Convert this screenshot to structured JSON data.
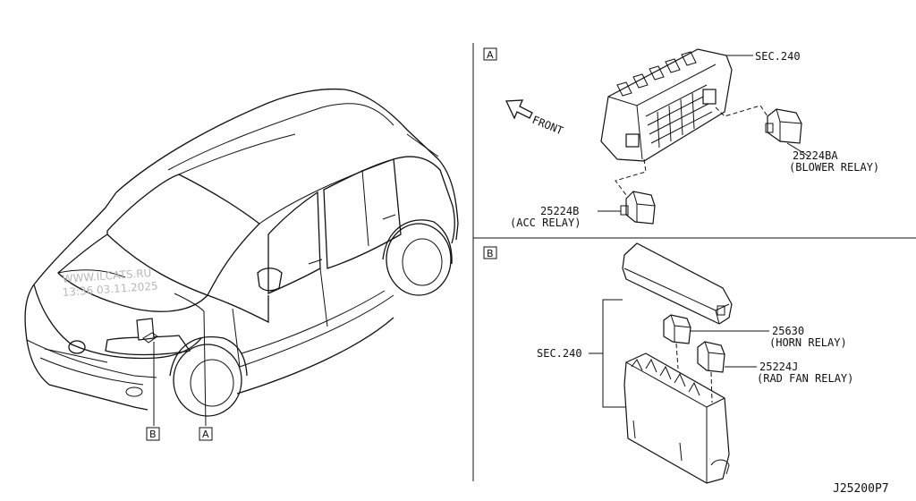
{
  "diagram_code": "J25200P7",
  "watermark": {
    "line1": "WWW.ILCATS.RU",
    "line2": "13:36 03.11.2025"
  },
  "car_callouts": {
    "relay_box_b": "B",
    "relay_box_a": "A"
  },
  "panel_a": {
    "tag": "A",
    "direction": "FRONT",
    "box_ref": "SEC.240",
    "blower_relay": {
      "part_no": "25224BA",
      "name": "(BLOWER RELAY)"
    },
    "acc_relay": {
      "part_no": "25224B",
      "name": "(ACC RELAY)"
    }
  },
  "panel_b": {
    "tag": "B",
    "box_ref": "SEC.240",
    "horn_relay": {
      "part_no": "25630",
      "name": "(HORN RELAY)"
    },
    "rad_fan_relay": {
      "part_no": "25224J",
      "name": "(RAD FAN RELAY)"
    }
  }
}
